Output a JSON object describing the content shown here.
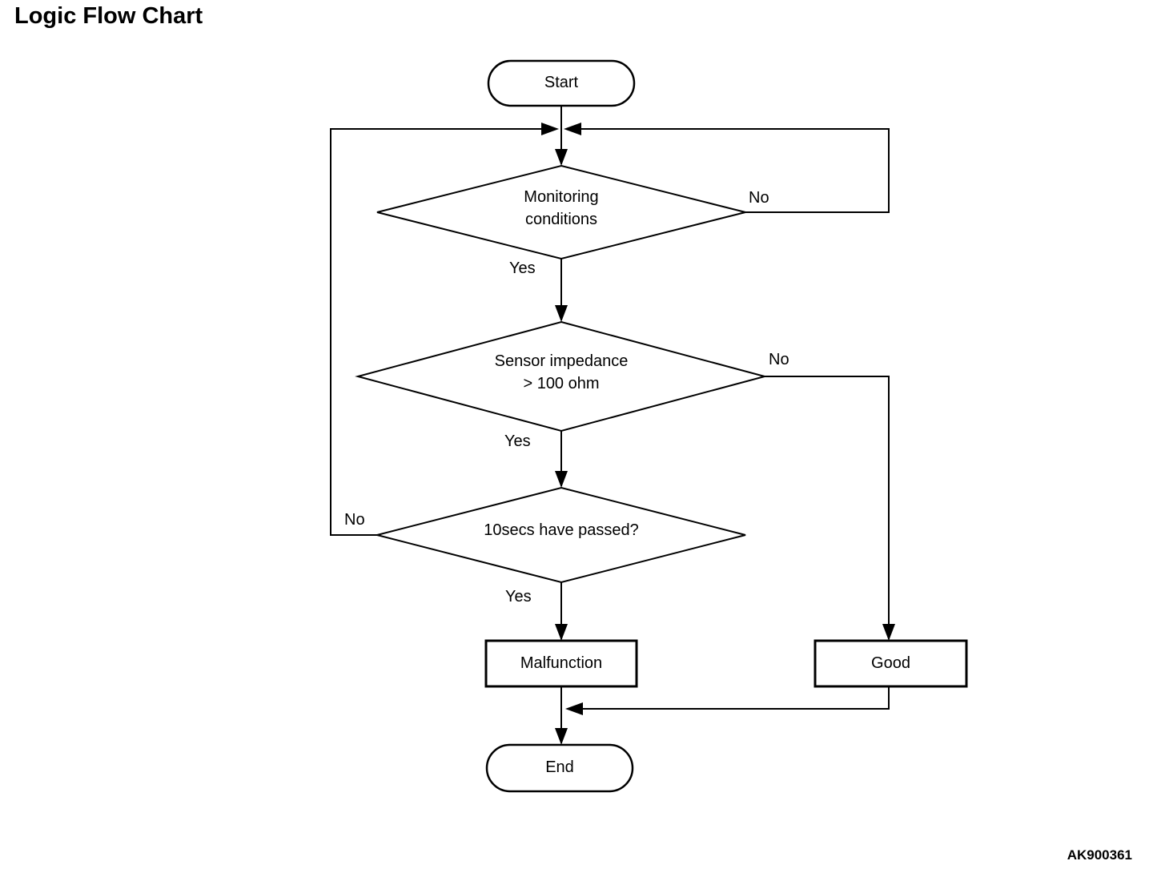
{
  "title": "Logic Flow Chart",
  "figure_id": "AK900361",
  "colors": {
    "ink": "#000000",
    "background": "#ffffff"
  },
  "flowchart": {
    "nodes": [
      {
        "id": "start",
        "type": "terminator",
        "label": "Start"
      },
      {
        "id": "monitoring-conditions",
        "type": "decision",
        "label": "Monitoring\nconditions"
      },
      {
        "id": "sensor-impedance",
        "type": "decision",
        "label": "Sensor impedance\n> 100 ohm"
      },
      {
        "id": "ten-secs-passed",
        "type": "decision",
        "label": "10secs have passed?"
      },
      {
        "id": "malfunction",
        "type": "process",
        "label": "Malfunction"
      },
      {
        "id": "good",
        "type": "process",
        "label": "Good"
      },
      {
        "id": "end",
        "type": "terminator",
        "label": "End"
      }
    ],
    "edges": [
      {
        "from": "start",
        "to": "monitoring-conditions",
        "label": ""
      },
      {
        "from": "monitoring-conditions",
        "to": "sensor-impedance",
        "label": "Yes"
      },
      {
        "from": "monitoring-conditions",
        "to": "loop-back-merge",
        "label": "No"
      },
      {
        "from": "sensor-impedance",
        "to": "ten-secs-passed",
        "label": "Yes"
      },
      {
        "from": "sensor-impedance",
        "to": "good",
        "label": "No"
      },
      {
        "from": "ten-secs-passed",
        "to": "malfunction",
        "label": "Yes"
      },
      {
        "from": "ten-secs-passed",
        "to": "loop-back-merge",
        "label": "No"
      },
      {
        "from": "malfunction",
        "to": "end",
        "label": ""
      },
      {
        "from": "good",
        "to": "end",
        "label": ""
      }
    ]
  }
}
